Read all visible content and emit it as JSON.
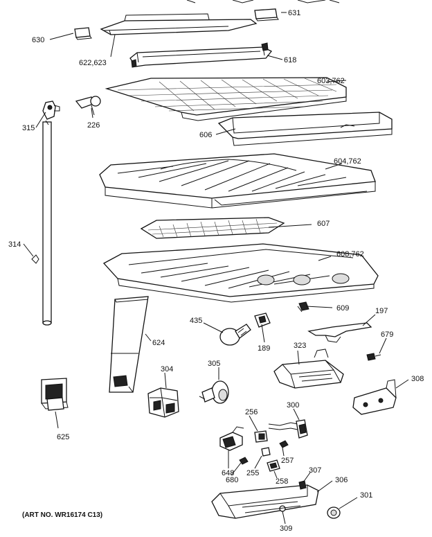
{
  "labels": {
    "l631": "631",
    "l630": "630",
    "l622": "622,623",
    "l618": "618",
    "l603": "603,762",
    "l226": "226",
    "l315": "315",
    "l606": "606",
    "l604": "604,762",
    "l607": "607",
    "l314": "314",
    "l608": "608,762",
    "l609": "609",
    "l197": "197",
    "l435": "435",
    "l189": "189",
    "l624": "624",
    "l323": "323",
    "l679": "679",
    "l304": "304",
    "l305": "305",
    "l308": "308",
    "l300": "300",
    "l256": "256",
    "l625": "625",
    "l257": "257",
    "l648": "648",
    "l255": "255",
    "l680": "680",
    "l258": "258",
    "l307": "307",
    "l306": "306",
    "l301": "301",
    "l309": "309"
  },
  "art_number": "(ART NO. WR16174 C13)"
}
